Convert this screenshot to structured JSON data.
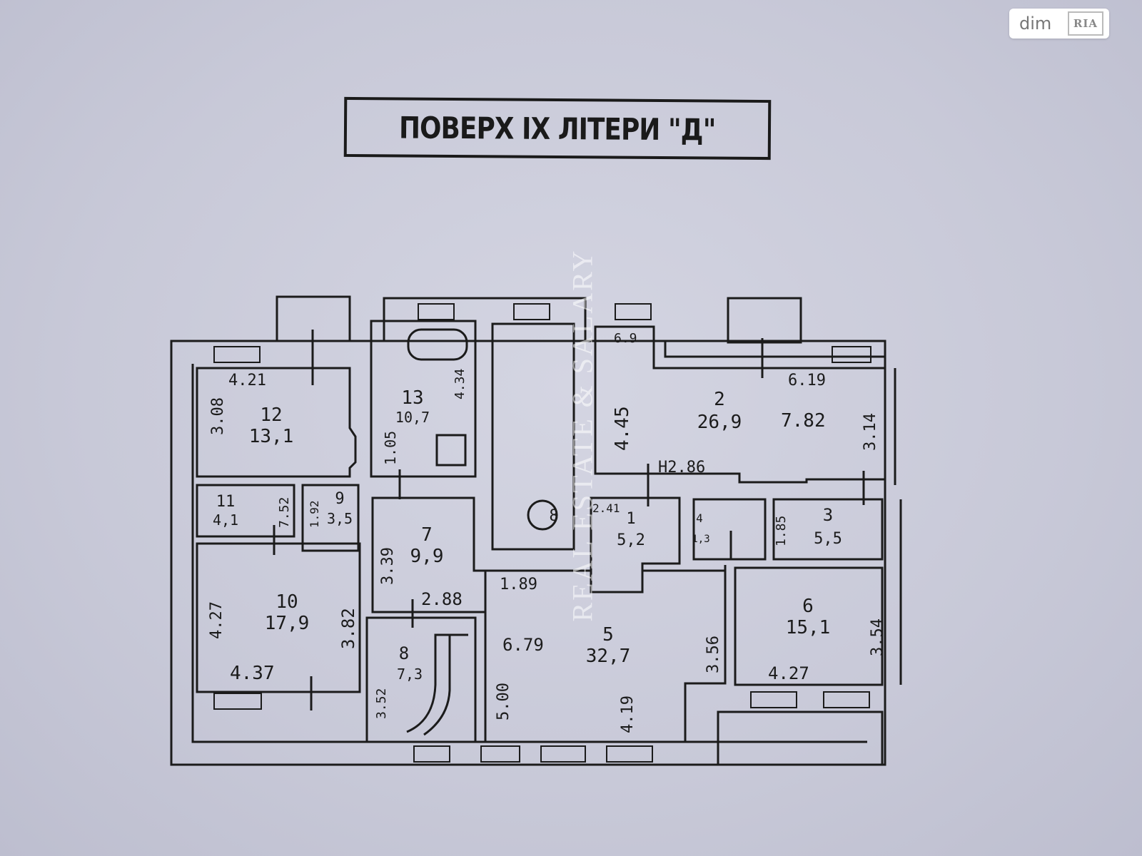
{
  "watermark": {
    "badge_text": "dim",
    "badge_logo": "RIA",
    "vertical_text": "REAL ESTATE & SALARY"
  },
  "title": "ПОВЕРХ IX ЛІТЕРИ \"Д\"",
  "rooms": [
    {
      "id": "12",
      "number": "12",
      "area": "13,1"
    },
    {
      "id": "13",
      "number": "13",
      "area": "10,7"
    },
    {
      "id": "2",
      "number": "2",
      "area": "26,9"
    },
    {
      "id": "11",
      "number": "11",
      "area": "4,1"
    },
    {
      "id": "9",
      "number": "9",
      "area": "3,5"
    },
    {
      "id": "7",
      "number": "7",
      "area": "9,9"
    },
    {
      "id": "1",
      "number": "1",
      "area": "5,2"
    },
    {
      "id": "4",
      "number": "4",
      "area": "1,3"
    },
    {
      "id": "3",
      "number": "3",
      "area": "5,5"
    },
    {
      "id": "10",
      "number": "10",
      "area": "17,9"
    },
    {
      "id": "8",
      "number": "8",
      "area": "7,3"
    },
    {
      "id": "5",
      "number": "5",
      "area": "32,7"
    },
    {
      "id": "6",
      "number": "6",
      "area": "15,1"
    },
    {
      "id": "8a",
      "number": "8",
      "area": ""
    }
  ],
  "dimensions": [
    "4.21",
    "3.08",
    "4.34",
    "1.05",
    "6.19",
    "7.82",
    "4.45",
    "3.14",
    "6.9",
    "H2.86",
    "7.52",
    "1.92",
    "3.39",
    "2.41",
    "1.85",
    "4.27",
    "3.82",
    "4.37",
    "2.88",
    "1.89",
    "6.79",
    "3.56",
    "3.54",
    "4.27",
    "3.52",
    "5.00",
    "4.19"
  ]
}
